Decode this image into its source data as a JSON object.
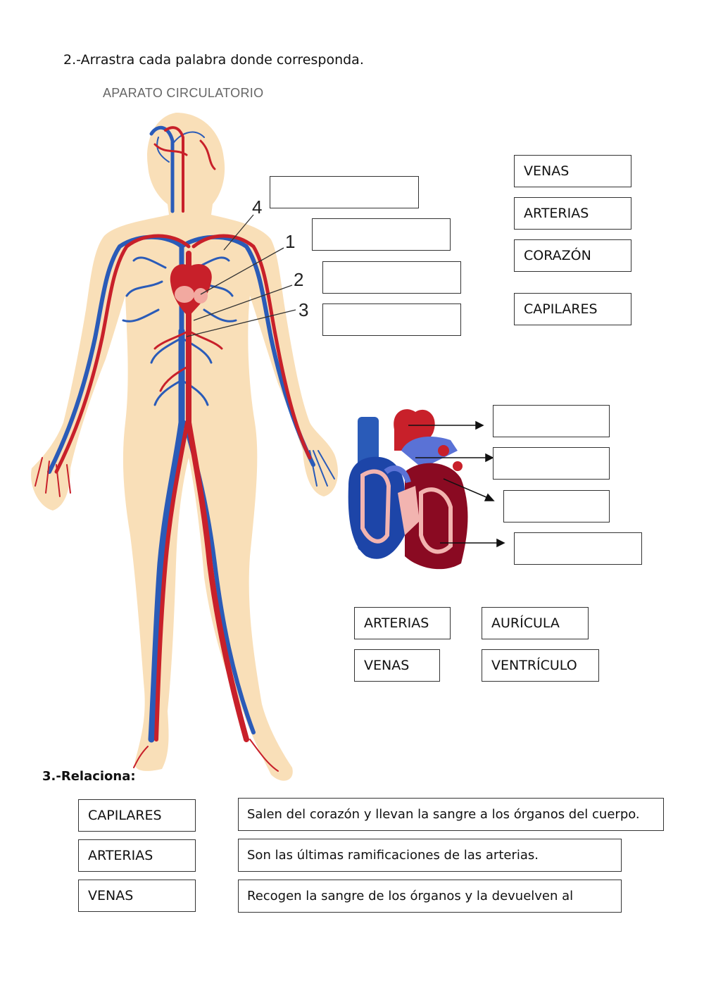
{
  "instructions": {
    "drag": "2.-Arrastra cada palabra donde corresponda.",
    "relate": "3.-Relaciona:"
  },
  "figure": {
    "title": "APARATO CIRCULATORIO",
    "callouts": [
      "4",
      "1",
      "2",
      "3"
    ]
  },
  "body_word_bank": [
    "VENAS",
    "ARTERIAS",
    "CORAZÓN",
    "CAPILARES"
  ],
  "heart_word_bank": [
    "ARTERIAS",
    "AURÍCULA",
    "VENAS",
    "VENTRÍCULO"
  ],
  "matching": {
    "terms": [
      "CAPILARES",
      "ARTERIAS",
      "VENAS"
    ],
    "definitions": [
      "Salen del corazón y llevan la sangre a los órganos del cuerpo.",
      "Son las últimas ramificaciones de las arterias.",
      "Recogen la sangre de los órganos y la devuelven al"
    ]
  },
  "colors": {
    "artery": "#c8202a",
    "vein": "#2a5bb8",
    "skin": "#f9dfb8",
    "heart_dark": "#8a0a22"
  }
}
